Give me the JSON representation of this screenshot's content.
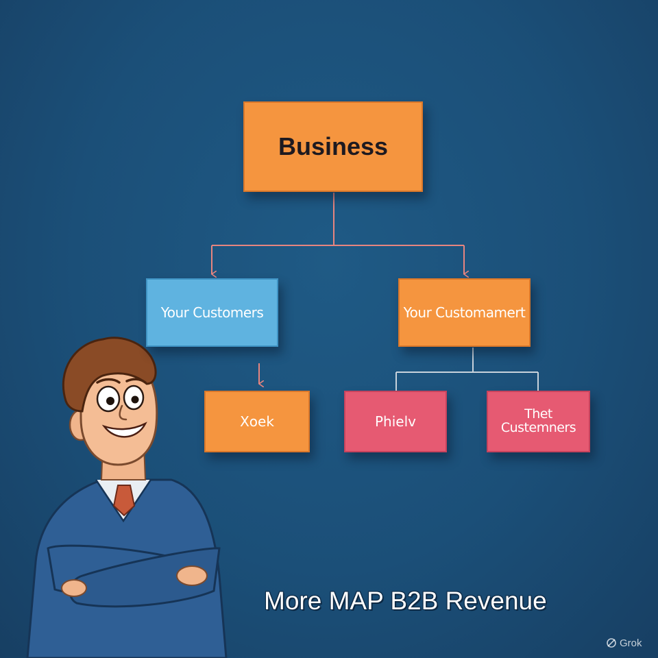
{
  "diagram": {
    "nodes": {
      "business": "Business",
      "your_customers_left": "Your Customers",
      "your_customers_right": "Your Customamert",
      "xoek": "Xoek",
      "phielv": "Phielv",
      "their_customers": [
        "Thet",
        "Custemners"
      ]
    },
    "edges": [
      {
        "from": "business",
        "to": "your_customers_left"
      },
      {
        "from": "business",
        "to": "your_customers_right"
      },
      {
        "from": "your_customers_left",
        "to": "xoek"
      },
      {
        "from": "your_customers_right",
        "to": "phielv"
      },
      {
        "from": "your_customers_right",
        "to": "their_customers"
      }
    ],
    "connector_color": "#e8857f"
  },
  "caption": "More MAP B2B Revenue",
  "watermark": "Grok",
  "colors": {
    "background": "#1b4f78",
    "orange": "#f5953f",
    "blue": "#5fb3e0",
    "pink": "#e65a72"
  },
  "illustration": {
    "figure": "smiling man with crossed arms",
    "icon": "person-illustration"
  }
}
